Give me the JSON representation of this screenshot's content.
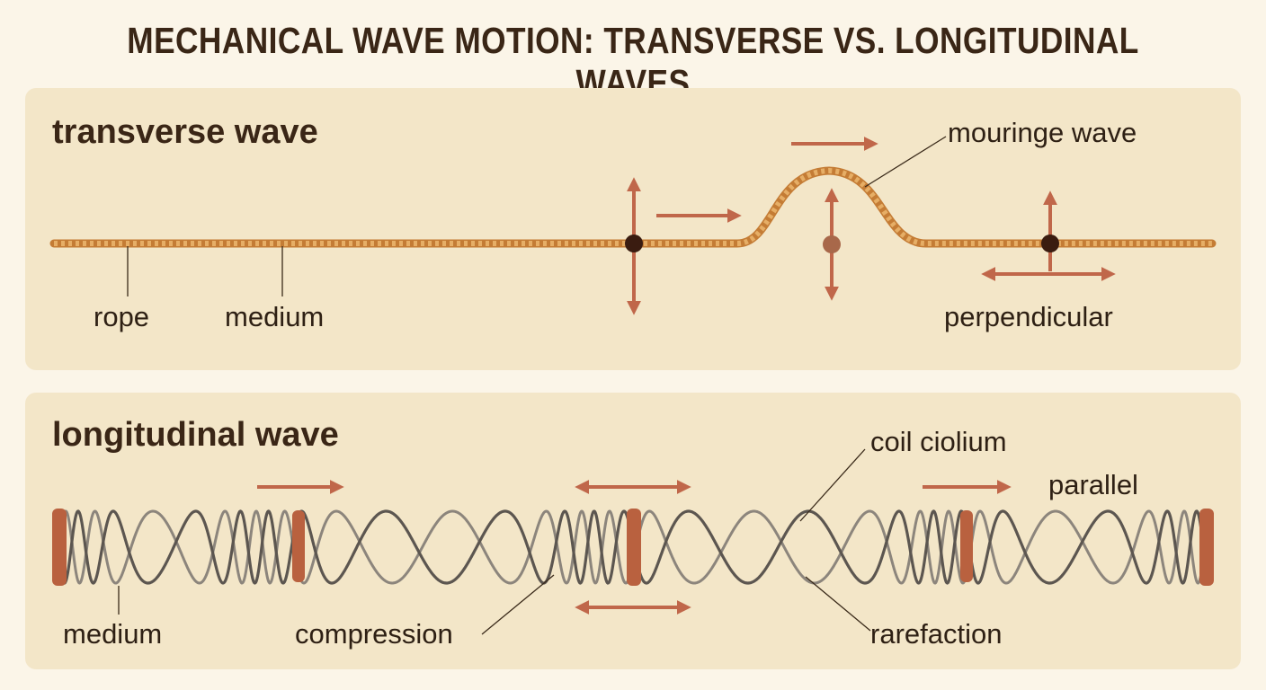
{
  "title": "MECHANICAL WAVE MOTION: TRANSVERSE VS. LONGITUDINAL WAVES",
  "colors": {
    "background": "#fbf5e8",
    "panel": "#f3e6c8",
    "rope": "#d8964a",
    "arrow": "#c0674a",
    "coil_dark": "#5c5650",
    "coil_light": "#8c857c",
    "plate": "#b9613f",
    "text": "#2e2014"
  },
  "transverse": {
    "heading": "transverse wave",
    "labels": {
      "rope": "rope",
      "medium": "medium",
      "moving_wave": "mouringe wave",
      "perpendicular": "perpendicular"
    }
  },
  "longitudinal": {
    "heading": "longitudinal wave",
    "labels": {
      "coil": "coil ciolium",
      "parallel": "parallel",
      "medium": "medium",
      "compression": "compression",
      "rarefaction": "rarefaction"
    }
  }
}
